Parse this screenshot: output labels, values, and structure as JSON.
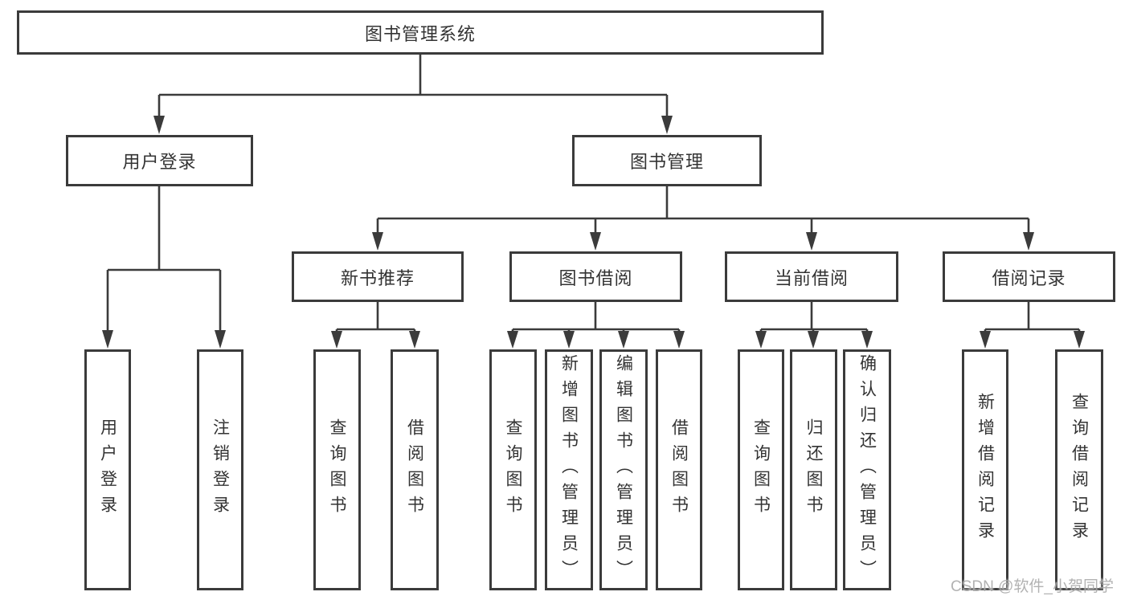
{
  "diagram": {
    "root": {
      "label": "图书管理系统"
    },
    "branches": [
      {
        "label": "用户登录",
        "children": [
          {
            "label": "用户登录"
          },
          {
            "label": "注销登录"
          }
        ]
      },
      {
        "label": "图书管理",
        "sections": [
          {
            "label": "新书推荐",
            "children": [
              {
                "label": "查询图书"
              },
              {
                "label": "借阅图书"
              }
            ]
          },
          {
            "label": "图书借阅",
            "children": [
              {
                "label": "查询图书"
              },
              {
                "label": "新增图书（管理员）"
              },
              {
                "label": "编辑图书（管理员）"
              },
              {
                "label": "借阅图书"
              }
            ]
          },
          {
            "label": "当前借阅",
            "children": [
              {
                "label": "查询图书"
              },
              {
                "label": "归还图书"
              },
              {
                "label": "确认归还（管理员）"
              }
            ]
          },
          {
            "label": "借阅记录",
            "children": [
              {
                "label": "新增借阅记录"
              },
              {
                "label": "查询借阅记录"
              }
            ]
          }
        ]
      }
    ]
  },
  "watermark": {
    "text": "CSDN @软件_小贺同学"
  },
  "colors": {
    "line": "#3b3b3b",
    "text": "#333333",
    "background": "#ffffff",
    "watermark": "#a5a5a5"
  }
}
